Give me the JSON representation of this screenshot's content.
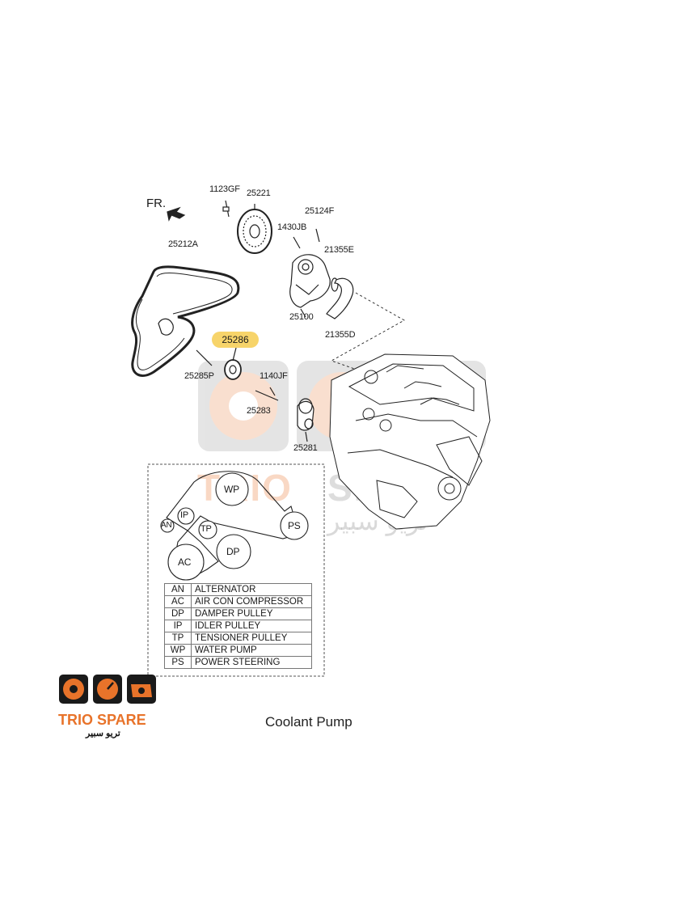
{
  "diagram": {
    "front_marker": "FR.",
    "part_labels": {
      "p1123GF": "1123GF",
      "p25221": "25221",
      "p25124F": "25124F",
      "p1430JB": "1430JB",
      "p25212A": "25212A",
      "p21355E": "21355E",
      "p25100": "25100",
      "p21355D": "21355D",
      "p25286": "25286",
      "p25285P": "25285P",
      "p1140JF": "1140JF",
      "p25283": "25283",
      "p25281": "25281"
    },
    "routing_pulleys": {
      "wp": "WP",
      "ip": "IP",
      "an": "AN",
      "tp": "TP",
      "ps": "PS",
      "dp": "DP",
      "ac": "AC"
    },
    "legend": [
      {
        "code": "AN",
        "desc": "ALTERNATOR"
      },
      {
        "code": "AC",
        "desc": "AIR CON COMPRESSOR"
      },
      {
        "code": "DP",
        "desc": "DAMPER PULLEY"
      },
      {
        "code": "IP",
        "desc": "IDLER PULLEY"
      },
      {
        "code": "TP",
        "desc": "TENSIONER PULLEY"
      },
      {
        "code": "WP",
        "desc": "WATER PUMP"
      },
      {
        "code": "PS",
        "desc": "POWER STEERING"
      }
    ],
    "highlight_color": "#f7d46a"
  },
  "watermark": {
    "brand_a": "TRIO",
    "brand_b": "SPARE",
    "arabic": "تريو سبير"
  },
  "footer": {
    "brand": "TRIO SPARE",
    "brand_arabic": "تريو سبير",
    "caption": "Coolant Pump",
    "accent_color": "#e8732a"
  }
}
